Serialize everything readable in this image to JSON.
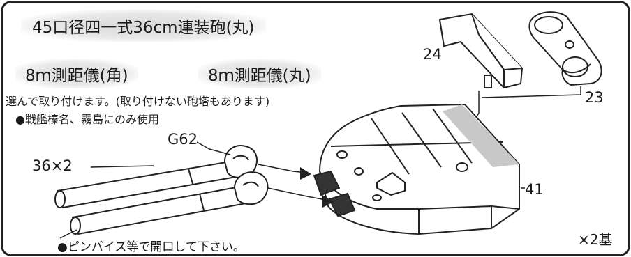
{
  "title": "45口径四一式36cm連装砲(丸)",
  "rangefinders": {
    "square": "8ｍ測距儀(角)",
    "round": "8ｍ測距儀(丸)"
  },
  "notes": {
    "choose": "選んで取り付けます。(取り付けない砲塔もあります)",
    "haruna_kirishima": "●戦艦榛名、霧島にのみ使用",
    "pin_vise": "●ピンバイス等で開口して下さい。"
  },
  "parts": {
    "p24": "24",
    "p23": "23",
    "g62": "G62",
    "p36": "36×2",
    "p41": "41"
  },
  "quantity": "×2基"
}
